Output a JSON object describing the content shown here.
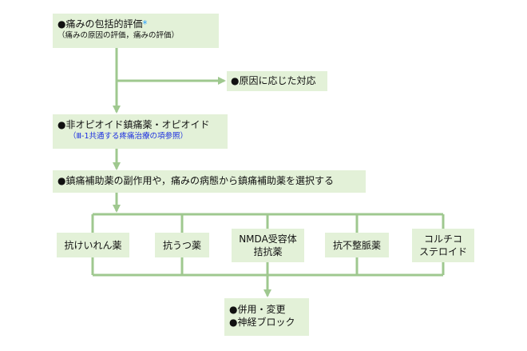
{
  "colors": {
    "box_fill": "#e3f1d8",
    "connector": "#9fc88f",
    "accent_blue": "#1b2ee0",
    "star": "#2fa2ff"
  },
  "nodes": {
    "assessment": {
      "title": "●痛みの包括的評価",
      "star": "*",
      "subtitle": "（痛みの原因の評価，痛みの評価）"
    },
    "cause_response": {
      "label": "●原因に応じた対応"
    },
    "analgesics": {
      "title": "●非オピオイド鎮痛薬・オピオイド",
      "subtitle": "（Ⅲ-1共通する疼痛治療の項参照）"
    },
    "adjuvant_selection": {
      "label": "●鎮痛補助薬の副作用や，痛みの病態から鎮痛補助薬を選択する"
    },
    "drug_classes": [
      {
        "label": "抗けいれん薬"
      },
      {
        "label": "抗うつ薬"
      },
      {
        "label_line1": "NMDA受容体",
        "label_line2": "拮抗薬"
      },
      {
        "label": "抗不整脈薬"
      },
      {
        "label_line1": "コルチコ",
        "label_line2": "ステロイド"
      }
    ],
    "final": {
      "line1": "●併用・変更",
      "line2": "●神経ブロック"
    }
  }
}
